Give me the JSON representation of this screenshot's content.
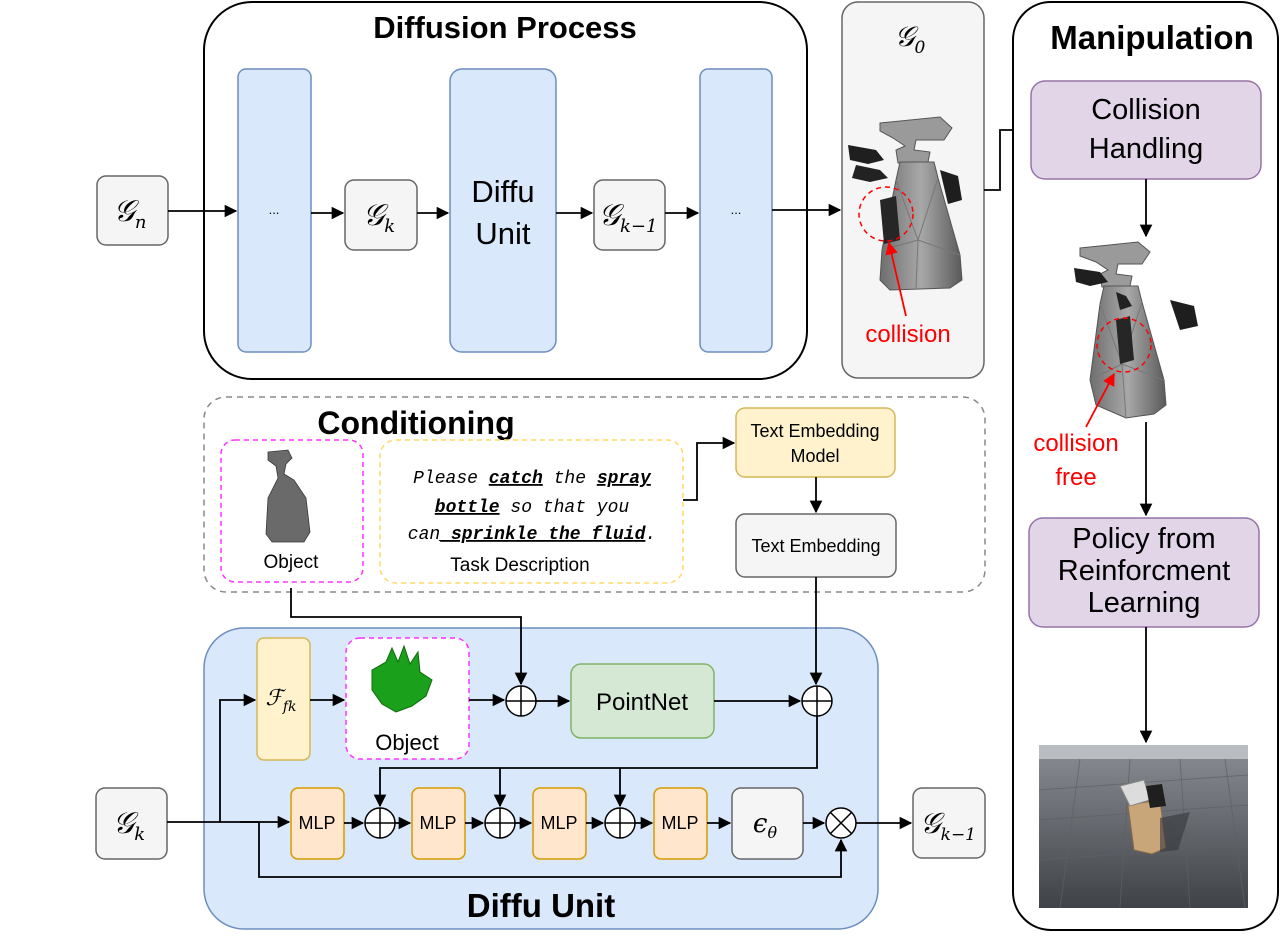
{
  "diffusion": {
    "title": "Diffusion Process",
    "input": "𝒢",
    "input_sub": "n",
    "ellipsis_left": "...",
    "state": "𝒢",
    "state_sub": "k",
    "unit_line1": "Diffu",
    "unit_line2": "Unit",
    "prev_state": "𝒢",
    "prev_state_sub": "k−1",
    "ellipsis_right": "..."
  },
  "output": {
    "label": "𝒢",
    "label_sub": "0",
    "collision_label": "collision"
  },
  "manipulation": {
    "title": "Manipulation",
    "collision_line1": "Collision",
    "collision_line2": "Handling",
    "free_line1": "collision",
    "free_line2": "free",
    "policy_line1": "Policy from",
    "policy_line2": "Reinforcment",
    "policy_line3": "Learning"
  },
  "conditioning": {
    "title": "Conditioning",
    "object_label": "Object",
    "task_line1_a": "Please ",
    "task_line1_b": "catch",
    "task_line1_c": " the ",
    "task_line1_d": "spray",
    "task_line2_a": "bottle",
    "task_line2_b": " so that you",
    "task_line3_a": "can",
    "task_line3_b": "_sprinkle the fluid",
    "task_line3_c": ".",
    "task_label": "Task Description",
    "text_model_line1": "Text Embedding",
    "text_model_line2": "Model",
    "text_embedding": "Text Embedding"
  },
  "diffu_unit": {
    "title": "Diffu Unit",
    "input": "𝒢",
    "input_sub": "k",
    "fk": "ℱ",
    "fk_sub": "fk",
    "object_label": "Object",
    "pointnet": "PointNet",
    "mlp": [
      "MLP",
      "MLP",
      "MLP",
      "MLP"
    ],
    "eps": "ϵ",
    "eps_sub": "θ",
    "output": "𝒢",
    "output_sub": "k−1"
  },
  "colors": {
    "blue_fill": "#dae8fc",
    "blue_stroke": "#6c8ebf",
    "gray_fill": "#f5f5f5",
    "gray_stroke": "#666666",
    "purple_fill": "#e1d5e7",
    "purple_stroke": "#9673a6",
    "yellow_fill": "#fff2cc",
    "yellow_stroke": "#d6b656",
    "orange_fill": "#ffe6cc",
    "orange_stroke": "#d79b00",
    "green_fill": "#d5e8d4",
    "green_stroke": "#82b366",
    "magenta_dash": "#ff33ff",
    "gold_dash": "#ffd966",
    "red": "#ff0000"
  }
}
